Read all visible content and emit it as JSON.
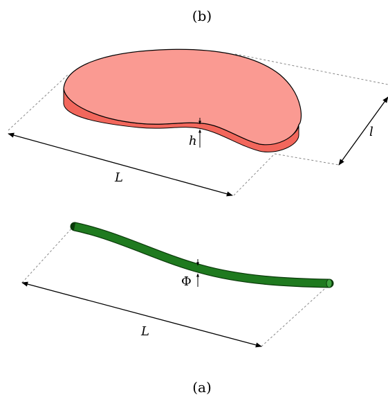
{
  "panel_b": {
    "caption": "(b)",
    "length_label": "L",
    "width_label": "l",
    "thickness_label": "h",
    "fill_color": "#fa9a92",
    "edge_color": "#f2675c"
  },
  "panel_a": {
    "caption": "(a)",
    "length_label": "L",
    "diameter_label": "Φ",
    "fill_color": "#1f7a1f",
    "edge_color": "#0a3a0a"
  }
}
